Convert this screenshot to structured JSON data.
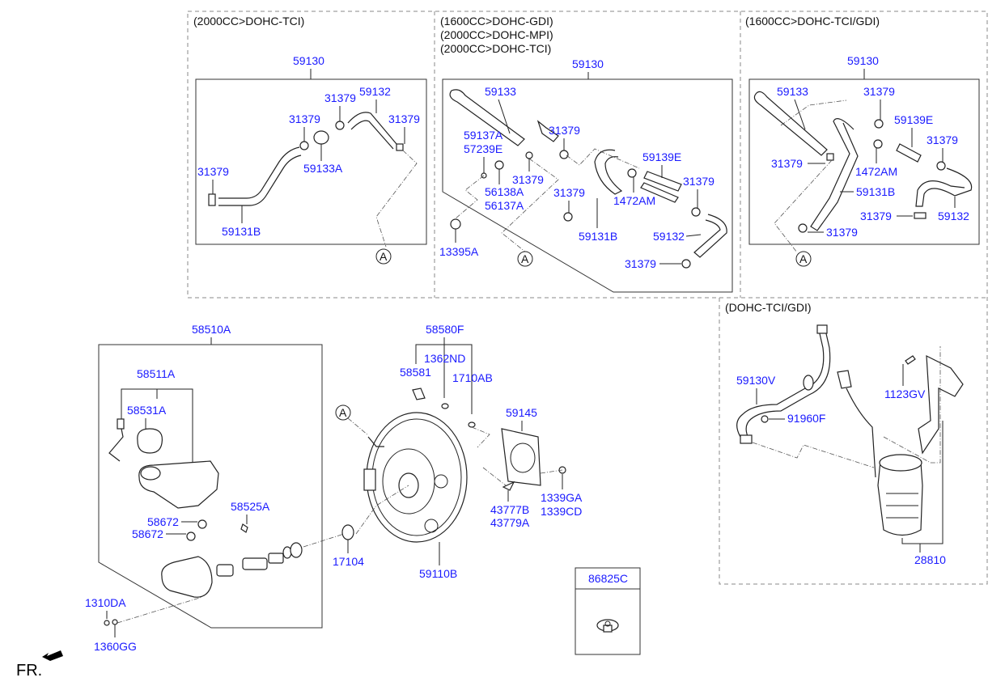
{
  "diagram": {
    "sections": {
      "panel_a": {
        "headers": [
          "(2000CC>DOHC-TCI)"
        ],
        "labels": {
          "assy": "59130",
          "clamp1": "31379",
          "clamp2": "31379",
          "clamp3": "31379",
          "clamp4": "31379",
          "hose_upper": "59132",
          "valve": "59133A",
          "hose_lower": "59131B"
        },
        "ref": "A"
      },
      "panel_b": {
        "headers": [
          "(1600CC>DOHC-GDI)",
          "(2000CC>DOHC-MPI)",
          "(2000CC>DOHC-TCI)"
        ],
        "labels": {
          "assy": "59130",
          "hose_top": "59133",
          "p59137a": "59137A",
          "p57239e": "57239E",
          "clamp1": "31379",
          "clamp2": "31379",
          "p56138a": "56138A",
          "p56137a": "56137A",
          "clamp3": "31379",
          "p59139e": "59139E",
          "clamp4": "31379",
          "p1472am": "1472AM",
          "hose_mid": "59131B",
          "hose_right": "59132",
          "clamp5": "31379",
          "p13395a": "13395A"
        },
        "ref": "A"
      },
      "panel_c": {
        "headers": [
          "(1600CC>DOHC-TCI/GDI)"
        ],
        "labels": {
          "assy": "59130",
          "hose_top": "59133",
          "clamp1": "31379",
          "p59139e": "59139E",
          "clamp2": "31379",
          "clamp3": "31379",
          "p1472am": "1472AM",
          "hose_mid": "59131B",
          "clamp4": "31379",
          "hose_right": "59132",
          "clamp5": "31379"
        },
        "ref": "A"
      },
      "panel_d": {
        "headers": [
          "(DOHC-TCI/GDI)"
        ],
        "labels": {
          "hose": "59130V",
          "clip": "91960F",
          "bolt": "1123GV",
          "pump": "28810"
        }
      },
      "master_cylinder": {
        "labels": {
          "assy": "58510A",
          "reservoir": "58511A",
          "cap": "58531A",
          "pin": "58525A",
          "grommet1": "58672",
          "grommet2": "58672",
          "nut": "1310DA",
          "washer": "1360GG"
        }
      },
      "booster": {
        "labels": {
          "kit": "58580F",
          "p1362nd": "1362ND",
          "p58581": "58581",
          "p1710ab": "1710AB",
          "gasket": "59145",
          "clip1": "43777B",
          "clip2": "43779A",
          "nut1": "1339GA",
          "nut2": "1339CD",
          "oring": "17104",
          "booster": "59110B"
        },
        "ref": "A"
      },
      "plug": {
        "label": "86825C"
      }
    },
    "orientation": {
      "label": "FR."
    }
  }
}
